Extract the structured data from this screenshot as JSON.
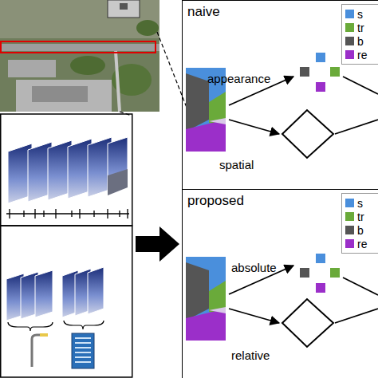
{
  "diagram": {
    "nodes": [
      {
        "text": [
          "naive"
        ]
      },
      {
        "text": [
          "proposed"
        ]
      }
    ],
    "labels": [
      "appearance",
      "spatial",
      "absolute",
      "relative"
    ],
    "legend": [
      {
        "text": "s",
        "color": "#4a8fdc"
      },
      {
        "text": "tr",
        "color": "#6aaa3a"
      },
      {
        "text": "b",
        "color": "#555555"
      },
      {
        "text": "re",
        "color": "#9b2fc9"
      },
      {
        "text": "s",
        "color": "#4a8fdc"
      },
      {
        "text": "tr",
        "color": "#6aaa3a"
      },
      {
        "text": "b",
        "color": "#555555"
      },
      {
        "text": "re",
        "color": "#9b2fc9"
      }
    ]
  }
}
